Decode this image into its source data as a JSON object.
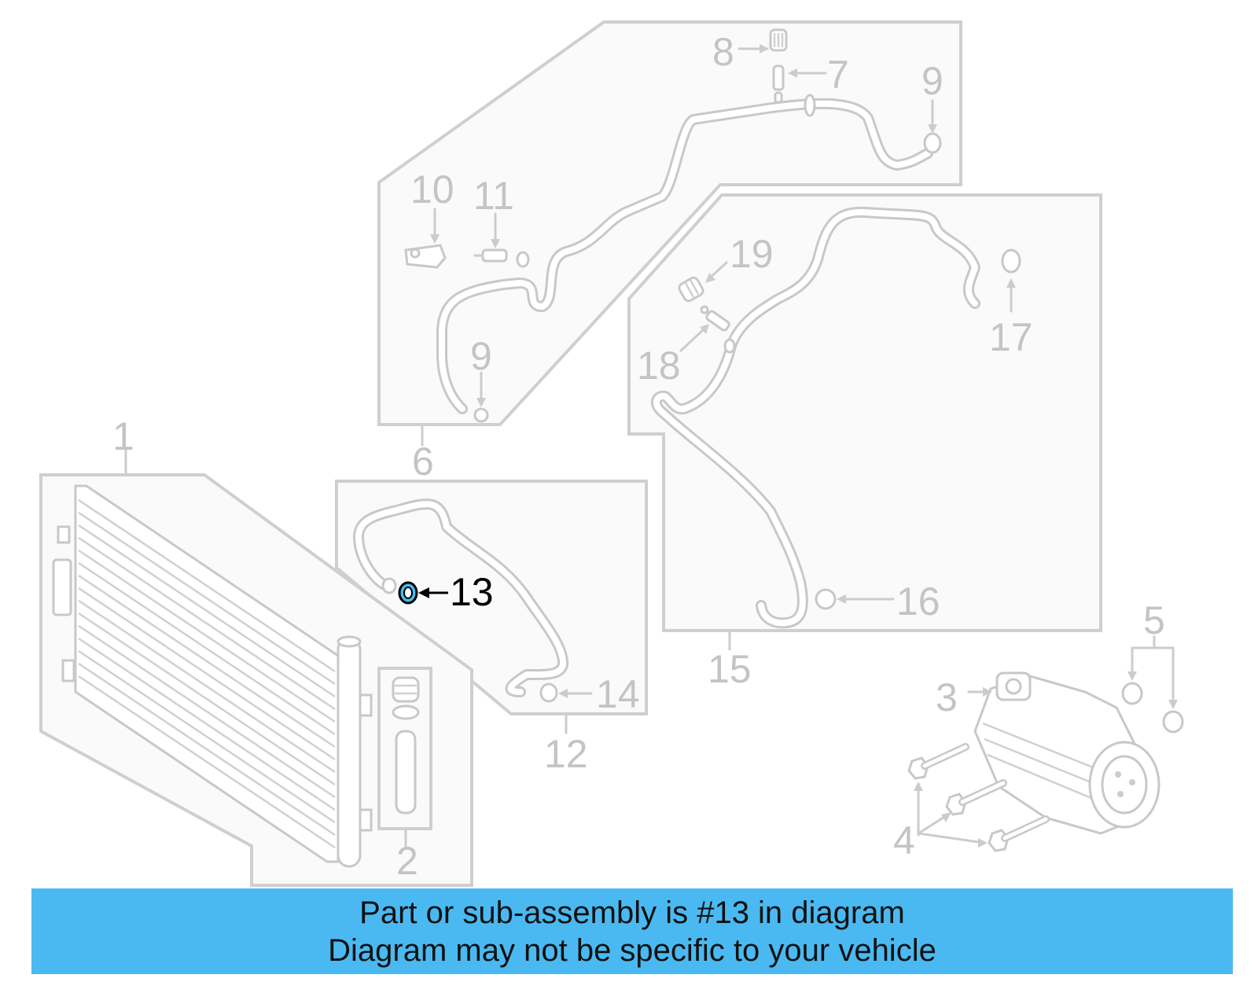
{
  "callouts": {
    "c1": "1",
    "c2": "2",
    "c3": "3",
    "c4": "4",
    "c5": "5",
    "c6": "6",
    "c7": "7",
    "c8": "8",
    "c9a": "9",
    "c9b": "9",
    "c10": "10",
    "c11": "11",
    "c12": "12",
    "c13": "13",
    "c14": "14",
    "c15": "15",
    "c16": "16",
    "c17": "17",
    "c18": "18",
    "c19": "19"
  },
  "highlight": {
    "part_number": "13",
    "color": "#4ab9f2"
  },
  "caption": {
    "line1": "Part or sub-assembly is #13 in diagram",
    "line2": "Diagram may not be specific to your vehicle",
    "background": "#4ab9f2"
  }
}
